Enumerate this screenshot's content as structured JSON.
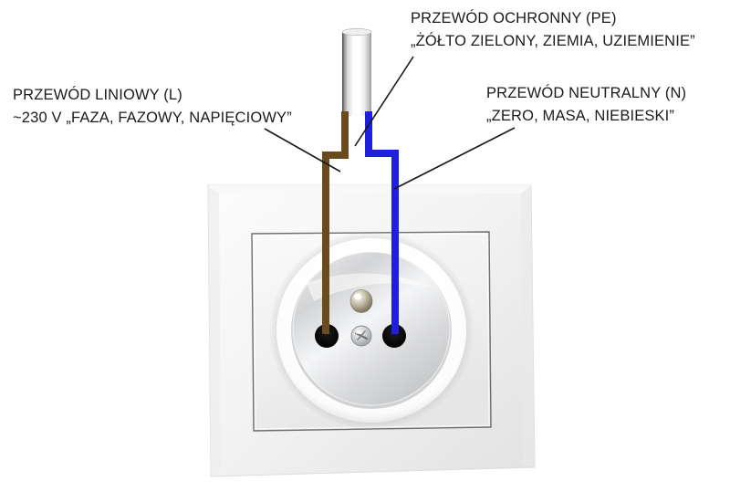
{
  "diagram": {
    "title_context": "Schemat podłączenia gniazdka elektrycznego",
    "labels": {
      "line": {
        "line1": "PRZEWÓD LINIOWY (L)",
        "line2": "~230 V „FAZA, FAZOWY, NAPIĘCIOWY”"
      },
      "protective": {
        "line1": "PRZEWÓD OCHRONNY (PE)",
        "line2": "„ŻÓŁTO ZIELONY, ZIEMIA, UZIEMIENIE”"
      },
      "neutral": {
        "line1": "PRZEWÓD NEUTRALNY (N)",
        "line2": "„ZERO, MASA, NIEBIESKI”"
      }
    },
    "colors": {
      "line_wire": "#6B4A1E",
      "protective_wire_top": "#FFF200",
      "protective_wire_bottom": "#17B817",
      "neutral_wire": "#1F1FE0",
      "cable_sheath_light": "#FFFFFF",
      "cable_sheath_dark": "#4A4A4A",
      "faceplate": "#F2F2F2",
      "socket_metal": "#C9CACC",
      "socket_hole": "#0A0A0A",
      "leader_line": "#1A1A1A",
      "text": "#1B1B1B"
    },
    "wire_endpoints": {
      "line_hole": "left socket hole",
      "neutral_hole": "right socket hole",
      "protective_pin": "central earth pin"
    },
    "socket": {
      "type": "Type E (Polish) wall socket",
      "pin_count": 2,
      "earth_pin": "center-top metal pin",
      "screw": "center face screw"
    }
  }
}
